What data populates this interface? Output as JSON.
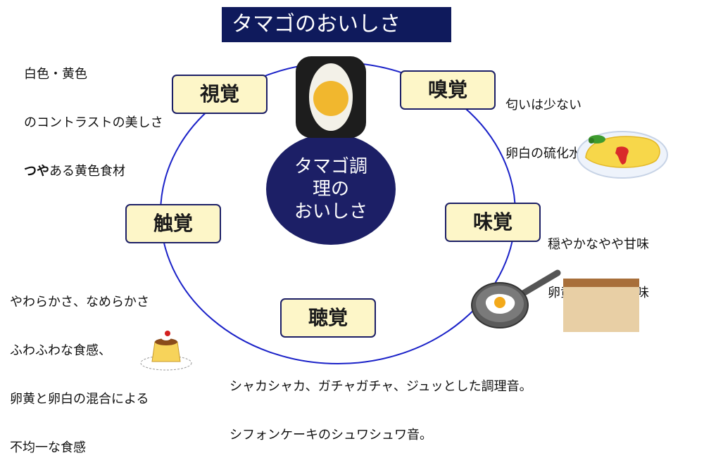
{
  "title": "タマゴのおいしさ",
  "center": {
    "line1": "タマゴ調",
    "line2": "理の",
    "line3": "おいしさ"
  },
  "senses": [
    {
      "label": "視覚"
    },
    {
      "label": "嗅覚"
    },
    {
      "label": "味覚"
    },
    {
      "label": "触覚"
    },
    {
      "label": "聴覚"
    }
  ],
  "descriptions": {
    "visual": {
      "line1": "白色・黄色",
      "line2": "のコントラストの美しさ",
      "line3_bold": "つや",
      "line3_rest": "ある黄色食材"
    },
    "smell": {
      "line1": "匂いは少ない",
      "line2": "卵白の硫化水素臭、魚臭"
    },
    "taste": {
      "line1": "穏やかなやや甘味",
      "line2": "卵黄由来のコク味"
    },
    "touch": {
      "line1": "やわらかさ、なめらかさ",
      "line2": "ふわふわな食感、",
      "line3": "卵黄と卵白の混合による",
      "line4": "不均一な食感"
    },
    "hearing": {
      "line1": "シャカシャカ、ガチャガチャ、ジュッとした調理音。",
      "line2": "シフォンケーキのシュワシュワ音。"
    }
  },
  "images": [
    "boiled-egg-photo",
    "omelette-illustration",
    "frying-pan-illustration",
    "chiffon-cake-photo",
    "pudding-illustration"
  ],
  "colors": {
    "navy": "#1c1f66",
    "title_bg": "#0f1a5c",
    "box_fill": "#fdf6c8",
    "ring": "#1b22c8"
  }
}
